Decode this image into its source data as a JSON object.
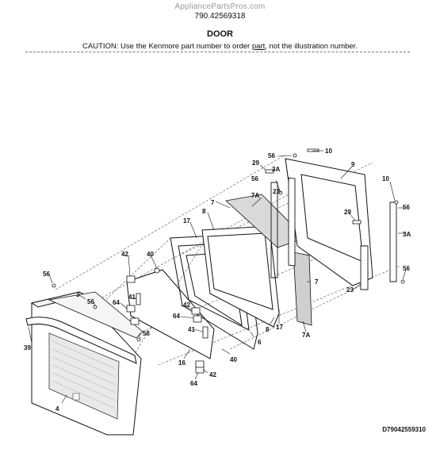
{
  "header": {
    "site": "AppliancePartsPros.com",
    "model": "790.42569318",
    "title": "DOOR",
    "caution_prefix": "CAUTION: Use the Kenmore part number to order ",
    "caution_link": "part",
    "caution_suffix": ", not the illustration number."
  },
  "footer": {
    "doc_id": "D79042559310"
  },
  "callouts": {
    "c10a": "10",
    "c56a": "56",
    "c29a": "29",
    "c3Aa": "3A",
    "c9": "9",
    "c10b": "10",
    "c56b": "56",
    "c23a": "23",
    "c7Aa": "7A",
    "c7a": "7",
    "c8a": "8",
    "c29b": "29",
    "c56c": "56",
    "c3Ab": "3A",
    "c17a": "17",
    "c42a": "42",
    "c40a": "40",
    "c56d": "56",
    "c3": "3",
    "c56e": "56",
    "c64a": "64",
    "c41a": "41",
    "c7b": "7",
    "c23b": "23",
    "c56f": "56",
    "c42b": "42",
    "c64b": "64",
    "c56g": "56",
    "c41b": "41",
    "c8b": "8",
    "c17b": "17",
    "c6": "6",
    "c7Ab": "7A",
    "c39": "39",
    "c4": "4",
    "c16": "16",
    "c40b": "40",
    "c42c": "42",
    "c64c": "64"
  }
}
